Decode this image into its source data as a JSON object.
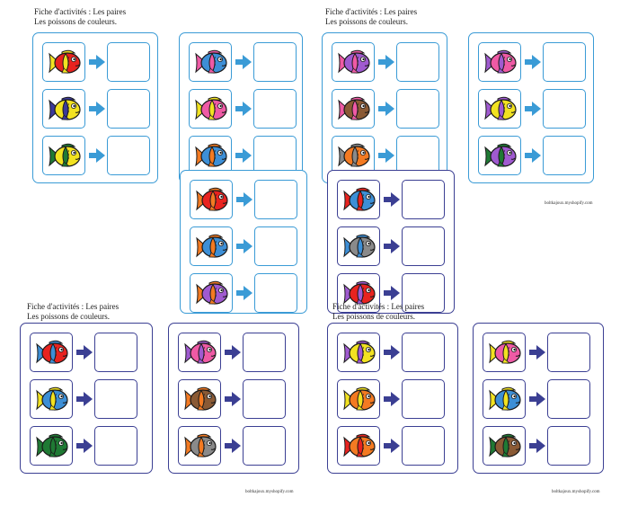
{
  "colors": {
    "light_blue": "#3a9bd6",
    "navy": "#3b3f93",
    "fish_outline": "#1a1a1a"
  },
  "header": {
    "title": "Fiche d'activités : Les paires",
    "subtitle": "Les poissons de couleurs."
  },
  "watermark": "boltkajoux.myshopify.com",
  "icon_names": {
    "fish": "fish-icon",
    "arrow": "right-arrow-icon"
  },
  "cards": [
    {
      "theme": "light_blue",
      "fish": [
        [
          "#e8231f",
          "#f2e221"
        ],
        [
          "#f2e221",
          "#3c3a9b"
        ],
        [
          "#f2e221",
          "#1f7a34"
        ]
      ]
    },
    {
      "theme": "light_blue",
      "fish": [
        [
          "#3d8fd6",
          "#ef5aa5"
        ],
        [
          "#ef5aa5",
          "#f2e221"
        ],
        [
          "#3d8fd6",
          "#f37a22"
        ]
      ]
    },
    {
      "theme": "light_blue",
      "fish": [
        [
          "#a05ad0",
          "#ef5aa5"
        ],
        [
          "#8a5a35",
          "#ef5aa5"
        ],
        [
          "#f37a22",
          "#8a8a8a"
        ]
      ]
    },
    {
      "theme": "light_blue",
      "fish": [
        [
          "#ef5aa5",
          "#a05ad0"
        ],
        [
          "#f2e221",
          "#a05ad0"
        ],
        [
          "#a05ad0",
          "#1f7a34"
        ]
      ]
    },
    {
      "theme": "light_blue",
      "fish": [
        [
          "#e8231f",
          "#f37a22"
        ],
        [
          "#3d8fd6",
          "#f37a22"
        ],
        [
          "#a05ad0",
          "#f37a22"
        ]
      ]
    },
    {
      "theme": "navy",
      "fish": [
        [
          "#3d8fd6",
          "#e8231f"
        ],
        [
          "#8a8a8a",
          "#3d8fd6"
        ],
        [
          "#e8231f",
          "#a05ad0"
        ]
      ]
    },
    {
      "theme": "navy",
      "fish": [
        [
          "#e8231f",
          "#3d8fd6"
        ],
        [
          "#3d8fd6",
          "#f2e221"
        ],
        [
          "#1f7a34",
          "#1f7a34"
        ]
      ]
    },
    {
      "theme": "navy",
      "fish": [
        [
          "#ef5aa5",
          "#a05ad0"
        ],
        [
          "#8a5a35",
          "#f37a22"
        ],
        [
          "#8a8a8a",
          "#f37a22"
        ]
      ]
    },
    {
      "theme": "navy",
      "fish": [
        [
          "#f2e221",
          "#a05ad0"
        ],
        [
          "#f37a22",
          "#f2e221"
        ],
        [
          "#f37a22",
          "#e8231f"
        ]
      ]
    },
    {
      "theme": "navy",
      "fish": [
        [
          "#ef5aa5",
          "#f2e221"
        ],
        [
          "#3d8fd6",
          "#f2e221"
        ],
        [
          "#8a5a35",
          "#1f7a34"
        ]
      ]
    }
  ]
}
